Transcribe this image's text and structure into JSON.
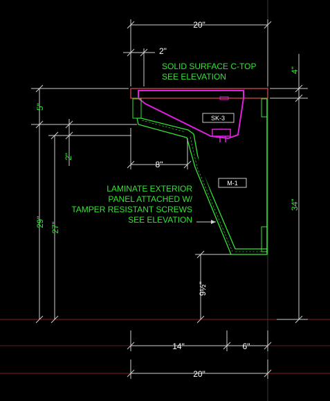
{
  "dimensions": {
    "top_width": "20\"",
    "top_offset": "2\"",
    "countertop_thickness": "4\"",
    "left_top": "5\"",
    "left_2": "2\"",
    "slope_horizontal": "8\"",
    "left_overall": "29\"",
    "left_inner": "27\"",
    "right_overall": "34\"",
    "knee_clearance": "9½\"",
    "bottom_left": "14\"",
    "bottom_right": "6\"",
    "bottom_overall": "20\""
  },
  "notes": {
    "countertop": [
      "SOLID SURFACE C-TOP",
      "SEE ELEVATION"
    ],
    "panel": [
      "LAMINATE EXTERIOR",
      "PANEL ATTACHED W/",
      "TAMPER RESISTANT SCREWS",
      "SEE ELEVATION"
    ]
  },
  "tags": {
    "sink": "SK-3",
    "millwork": "M-1"
  },
  "colors": {
    "background": "#000000",
    "dimension": "#cfcfcf",
    "annotation": "#33e633",
    "sink": "#e020e0",
    "countertop": "#e05050",
    "floor": "#8a2020",
    "grid": "#3a3a3a"
  }
}
